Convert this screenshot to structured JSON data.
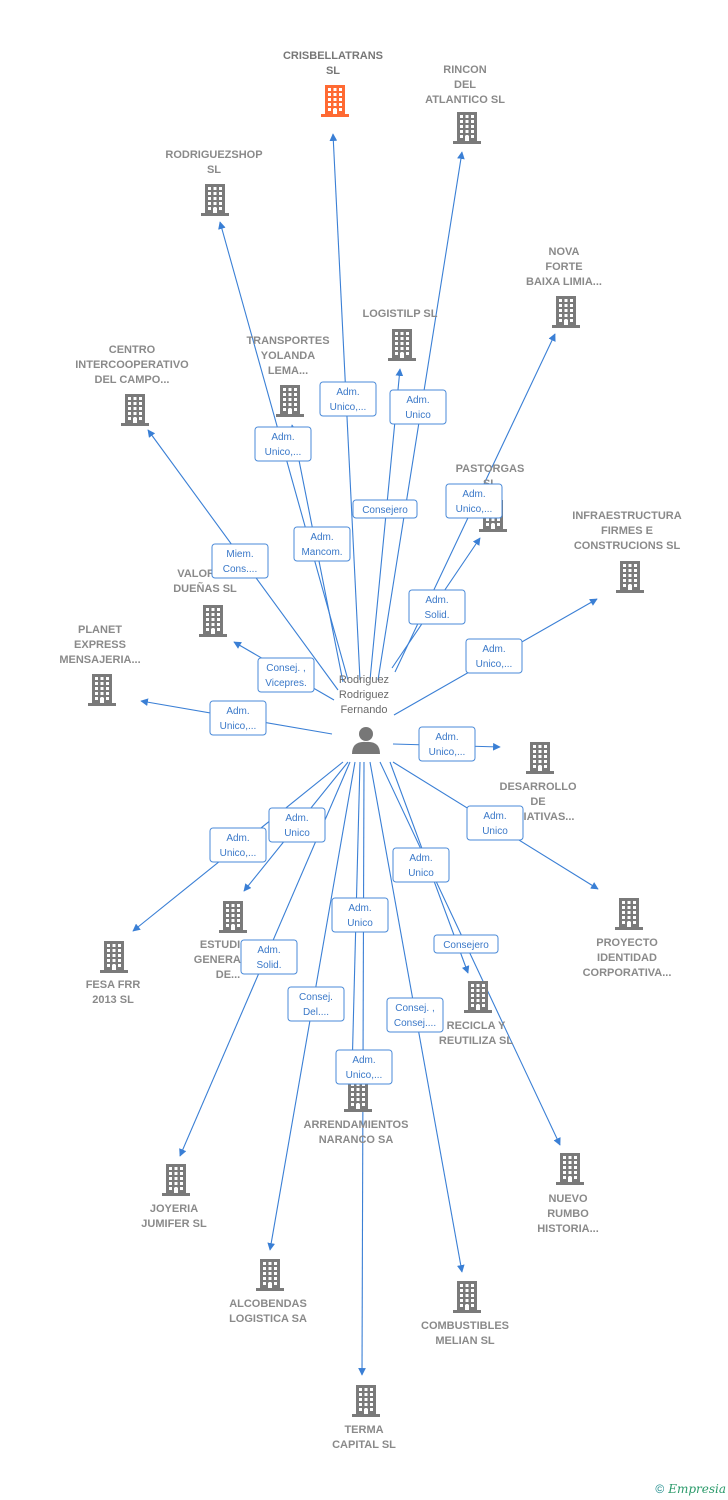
{
  "colors": {
    "edge": "#3a7fd5",
    "highlight": "#ff6a33",
    "building": "#7a7a7a",
    "person": "#777777"
  },
  "center": {
    "lines": [
      "Rodriguez",
      "Rodriguez",
      "Fernando"
    ],
    "icon": "person-icon"
  },
  "nodes": [
    {
      "id": "crisbellatrans",
      "lines": [
        "CRISBELLATRANS",
        "SL"
      ],
      "highlight": true
    },
    {
      "id": "rincon",
      "lines": [
        "RINCON",
        "DEL",
        "ATLANTICO  SL"
      ]
    },
    {
      "id": "rodriguezshop",
      "lines": [
        "RODRIGUEZSHOP",
        "SL"
      ]
    },
    {
      "id": "nova-forte",
      "lines": [
        "NOVA",
        "FORTE",
        "BAIXA LIMIA..."
      ]
    },
    {
      "id": "logistilp",
      "lines": [
        "LOGISTILP  SL"
      ]
    },
    {
      "id": "transportes-yolanda",
      "lines": [
        "TRANSPORTES",
        "YOLANDA",
        "LEMA..."
      ]
    },
    {
      "id": "centro-intercooperativo",
      "lines": [
        "CENTRO",
        "INTERCOOPERATIVO",
        "DEL CAMPO..."
      ]
    },
    {
      "id": "pastorgas",
      "lines": [
        "PASTORGAS",
        "SL"
      ]
    },
    {
      "id": "infraestructura",
      "lines": [
        "INFRAESTRUCTURA",
        "FIRMES E",
        "CONSTRUCIONS SL"
      ]
    },
    {
      "id": "valoriza-duenas",
      "lines": [
        "VALORIZA",
        "DUEÑAS  SL"
      ]
    },
    {
      "id": "planet-express",
      "lines": [
        "PLANET",
        "EXPRESS",
        "MENSAJERIA..."
      ]
    },
    {
      "id": "desarrollo",
      "lines": [
        "DESARROLLO",
        "DE",
        "INICIATIVAS..."
      ]
    },
    {
      "id": "proyecto-identidad",
      "lines": [
        "PROYECTO",
        "IDENTIDAD",
        "CORPORATIVA..."
      ]
    },
    {
      "id": "fesa-frr",
      "lines": [
        "FESA FRR",
        "2013  SL"
      ]
    },
    {
      "id": "estudios-generales",
      "lines": [
        "ESTUDIOS",
        "GENERALES",
        "DE..."
      ]
    },
    {
      "id": "recicla",
      "lines": [
        "RECICLA Y",
        "REUTILIZA SL"
      ]
    },
    {
      "id": "arrendamientos",
      "lines": [
        "ARRENDAMIENTOS",
        "NARANCO SA"
      ]
    },
    {
      "id": "joyeria",
      "lines": [
        "JOYERIA",
        "JUMIFER  SL"
      ]
    },
    {
      "id": "nuevo-rumbo",
      "lines": [
        "NUEVO",
        "RUMBO",
        "HISTORIA..."
      ]
    },
    {
      "id": "alcobendas",
      "lines": [
        "ALCOBENDAS",
        "LOGISTICA SA"
      ]
    },
    {
      "id": "combustibles",
      "lines": [
        "COMBUSTIBLES",
        "MELIAN  SL"
      ]
    },
    {
      "id": "terma",
      "lines": [
        "TERMA",
        "CAPITAL  SL"
      ]
    }
  ],
  "relations": [
    {
      "target": "crisbellatrans",
      "lines": [
        "Adm.",
        "Unico,..."
      ]
    },
    {
      "target": "rincon",
      "lines": [
        "Consejero"
      ]
    },
    {
      "target": "rodriguezshop",
      "lines": [
        "Adm.",
        "Mancom."
      ]
    },
    {
      "target": "nova-forte",
      "lines": [
        "Adm.",
        "Solid."
      ]
    },
    {
      "target": "logistilp",
      "lines": [
        "Adm.",
        "Unico"
      ]
    },
    {
      "target": "transportes-yolanda",
      "lines": [
        "Adm.",
        "Unico,..."
      ]
    },
    {
      "target": "centro-intercooperativo",
      "lines": [
        "Miem.",
        "Cons...."
      ]
    },
    {
      "target": "pastorgas",
      "lines": [
        "Adm.",
        "Unico,..."
      ]
    },
    {
      "target": "infraestructura",
      "lines": [
        "Adm.",
        "Unico,..."
      ]
    },
    {
      "target": "valoriza-duenas",
      "lines": [
        "Consej. ,",
        "Vicepres."
      ]
    },
    {
      "target": "planet-express",
      "lines": [
        "Adm.",
        "Unico,..."
      ]
    },
    {
      "target": "desarrollo",
      "lines": [
        "Adm.",
        "Unico,..."
      ]
    },
    {
      "target": "proyecto-identidad",
      "lines": [
        "Adm.",
        "Unico"
      ]
    },
    {
      "target": "fesa-frr",
      "lines": [
        "Adm.",
        "Unico,..."
      ]
    },
    {
      "target": "estudios-generales",
      "lines": [
        "Adm.",
        "Unico"
      ]
    },
    {
      "target": "recicla",
      "lines": [
        "Consejero"
      ]
    },
    {
      "target": "arrendamientos",
      "lines": [
        "Adm.",
        "Unico"
      ]
    },
    {
      "target": "joyeria",
      "lines": [
        "Adm.",
        "Solid."
      ]
    },
    {
      "target": "nuevo-rumbo",
      "lines": [
        "Adm.",
        "Unico"
      ]
    },
    {
      "target": "alcobendas",
      "lines": [
        "Consej.",
        "Del...."
      ]
    },
    {
      "target": "combustibles",
      "lines": [
        "Consej. ,",
        "Consej...."
      ]
    },
    {
      "target": "terma",
      "lines": [
        "Adm.",
        "Unico,..."
      ]
    }
  ],
  "footer": {
    "copyright": "©",
    "brand": "Empresia"
  }
}
